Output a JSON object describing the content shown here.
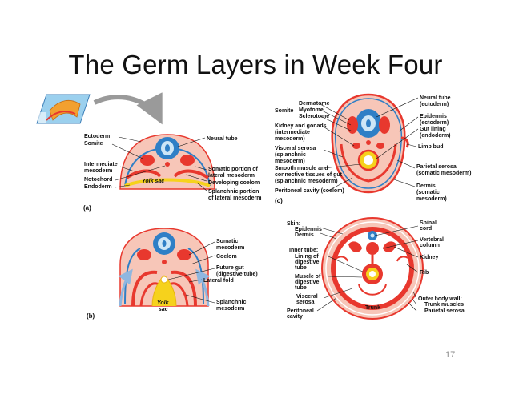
{
  "slide": {
    "title": "The Germ Layers in Week Four",
    "page_number": "17"
  },
  "figure": {
    "panel_a": {
      "left_labels": [
        "Ectoderm",
        "Somite",
        "Intermediate",
        "mesoderm",
        "Notochord",
        "Endoderm"
      ],
      "right_labels": [
        "Neural tube",
        "Somatic portion of",
        "lateral mesoderm",
        "Developing coelom",
        "Splanchnic portion",
        "of lateral mesoderm"
      ],
      "inner_label": "Yolk sac",
      "panel_letter": "(a)"
    },
    "panel_b": {
      "right_labels": [
        "Somatic",
        "mesoderm",
        "Coelom",
        "Future gut",
        "(digestive tube)",
        "Lateral fold",
        "Splanchnic",
        "mesoderm"
      ],
      "inner_label": [
        "Yolk",
        "sac"
      ],
      "panel_letter": "(b)"
    },
    "panel_c": {
      "left_labels": [
        "Somite",
        "Dermatome",
        "Myotome",
        "Sclerotome",
        "Kidney and gonads",
        "(intermediate",
        "mesoderm)",
        "Visceral serosa",
        "(splanchnic",
        "mesoderm)",
        "Smooth muscle and",
        "connective tissues of gut",
        "(splanchnic mesoderm)",
        "Peritoneal cavity (coelom)"
      ],
      "right_labels": [
        "Neural tube",
        "(ectoderm)",
        "Epidermis",
        "(ectoderm)",
        "Gut lining",
        "(endoderm)",
        "Limb bud",
        "Parietal serosa",
        "(somatic mesoderm)",
        "Dermis",
        "(somatic",
        "mesoderm)"
      ],
      "panel_letter": "(c)"
    },
    "panel_d": {
      "left_labels": [
        "Skin:",
        "Epidermis",
        "Dermis",
        "Inner tube:",
        "Lining of",
        "digestive",
        "tube",
        "Muscle of",
        "digestive",
        "tube",
        "Visceral",
        "serosa",
        "Peritoneal",
        "cavity"
      ],
      "right_labels": [
        "Spinal",
        "cord",
        "Vertebral",
        "column",
        "Kidney",
        "Rib",
        "Outer body wall:",
        "Trunk muscles",
        "Parietal serosa"
      ],
      "center_label": "Trunk"
    }
  },
  "colors": {
    "mesoderm_red": "#e8382e",
    "ectoderm_blue": "#2f7fc6",
    "endoderm_yellow": "#f6d21c",
    "body_pink": "#f7c6b8",
    "arrow_gray": "#9a9a9a"
  }
}
